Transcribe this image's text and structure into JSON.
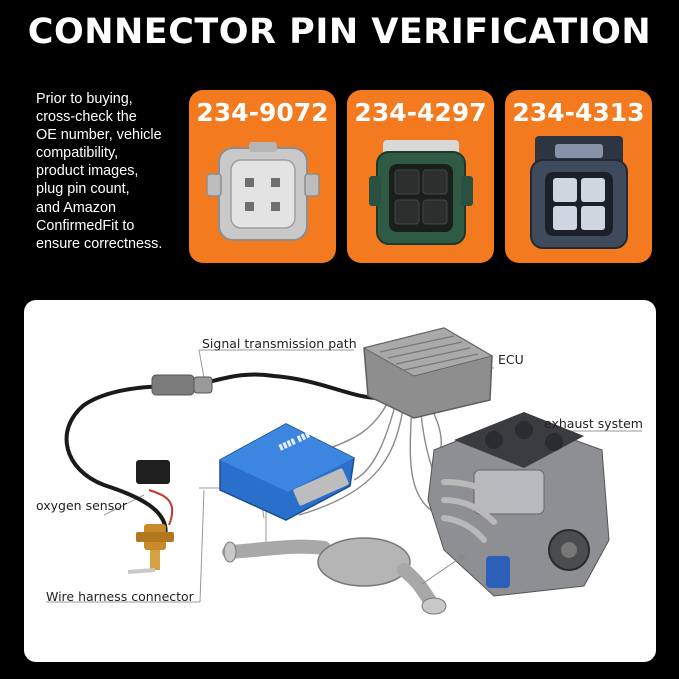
{
  "header": {
    "title": "CONNECTOR PIN VERIFICATION"
  },
  "intro": {
    "lines": [
      "Prior to buying,",
      "cross-check the",
      "OE number, vehicle",
      "compatibility,",
      "product images,",
      "plug pin count,",
      "and Amazon",
      "ConfirmedFit to",
      "ensure correctness."
    ]
  },
  "connectors": [
    {
      "part_number": "234-9072",
      "color": "#c9c9c9"
    },
    {
      "part_number": "234-4297",
      "color": "#2f5a44"
    },
    {
      "part_number": "234-4313",
      "color": "#3f4a5c"
    }
  ],
  "diagram": {
    "labels": {
      "signal_path": "Signal transmission path",
      "ecu": "ECU",
      "exhaust": "exhaust system",
      "oxygen_sensor": "oxygen sensor",
      "harness": "Wire harness connector"
    }
  },
  "colors": {
    "accent": "#f47a1f",
    "background": "#000000",
    "module_blue": "#2a6fc9"
  }
}
